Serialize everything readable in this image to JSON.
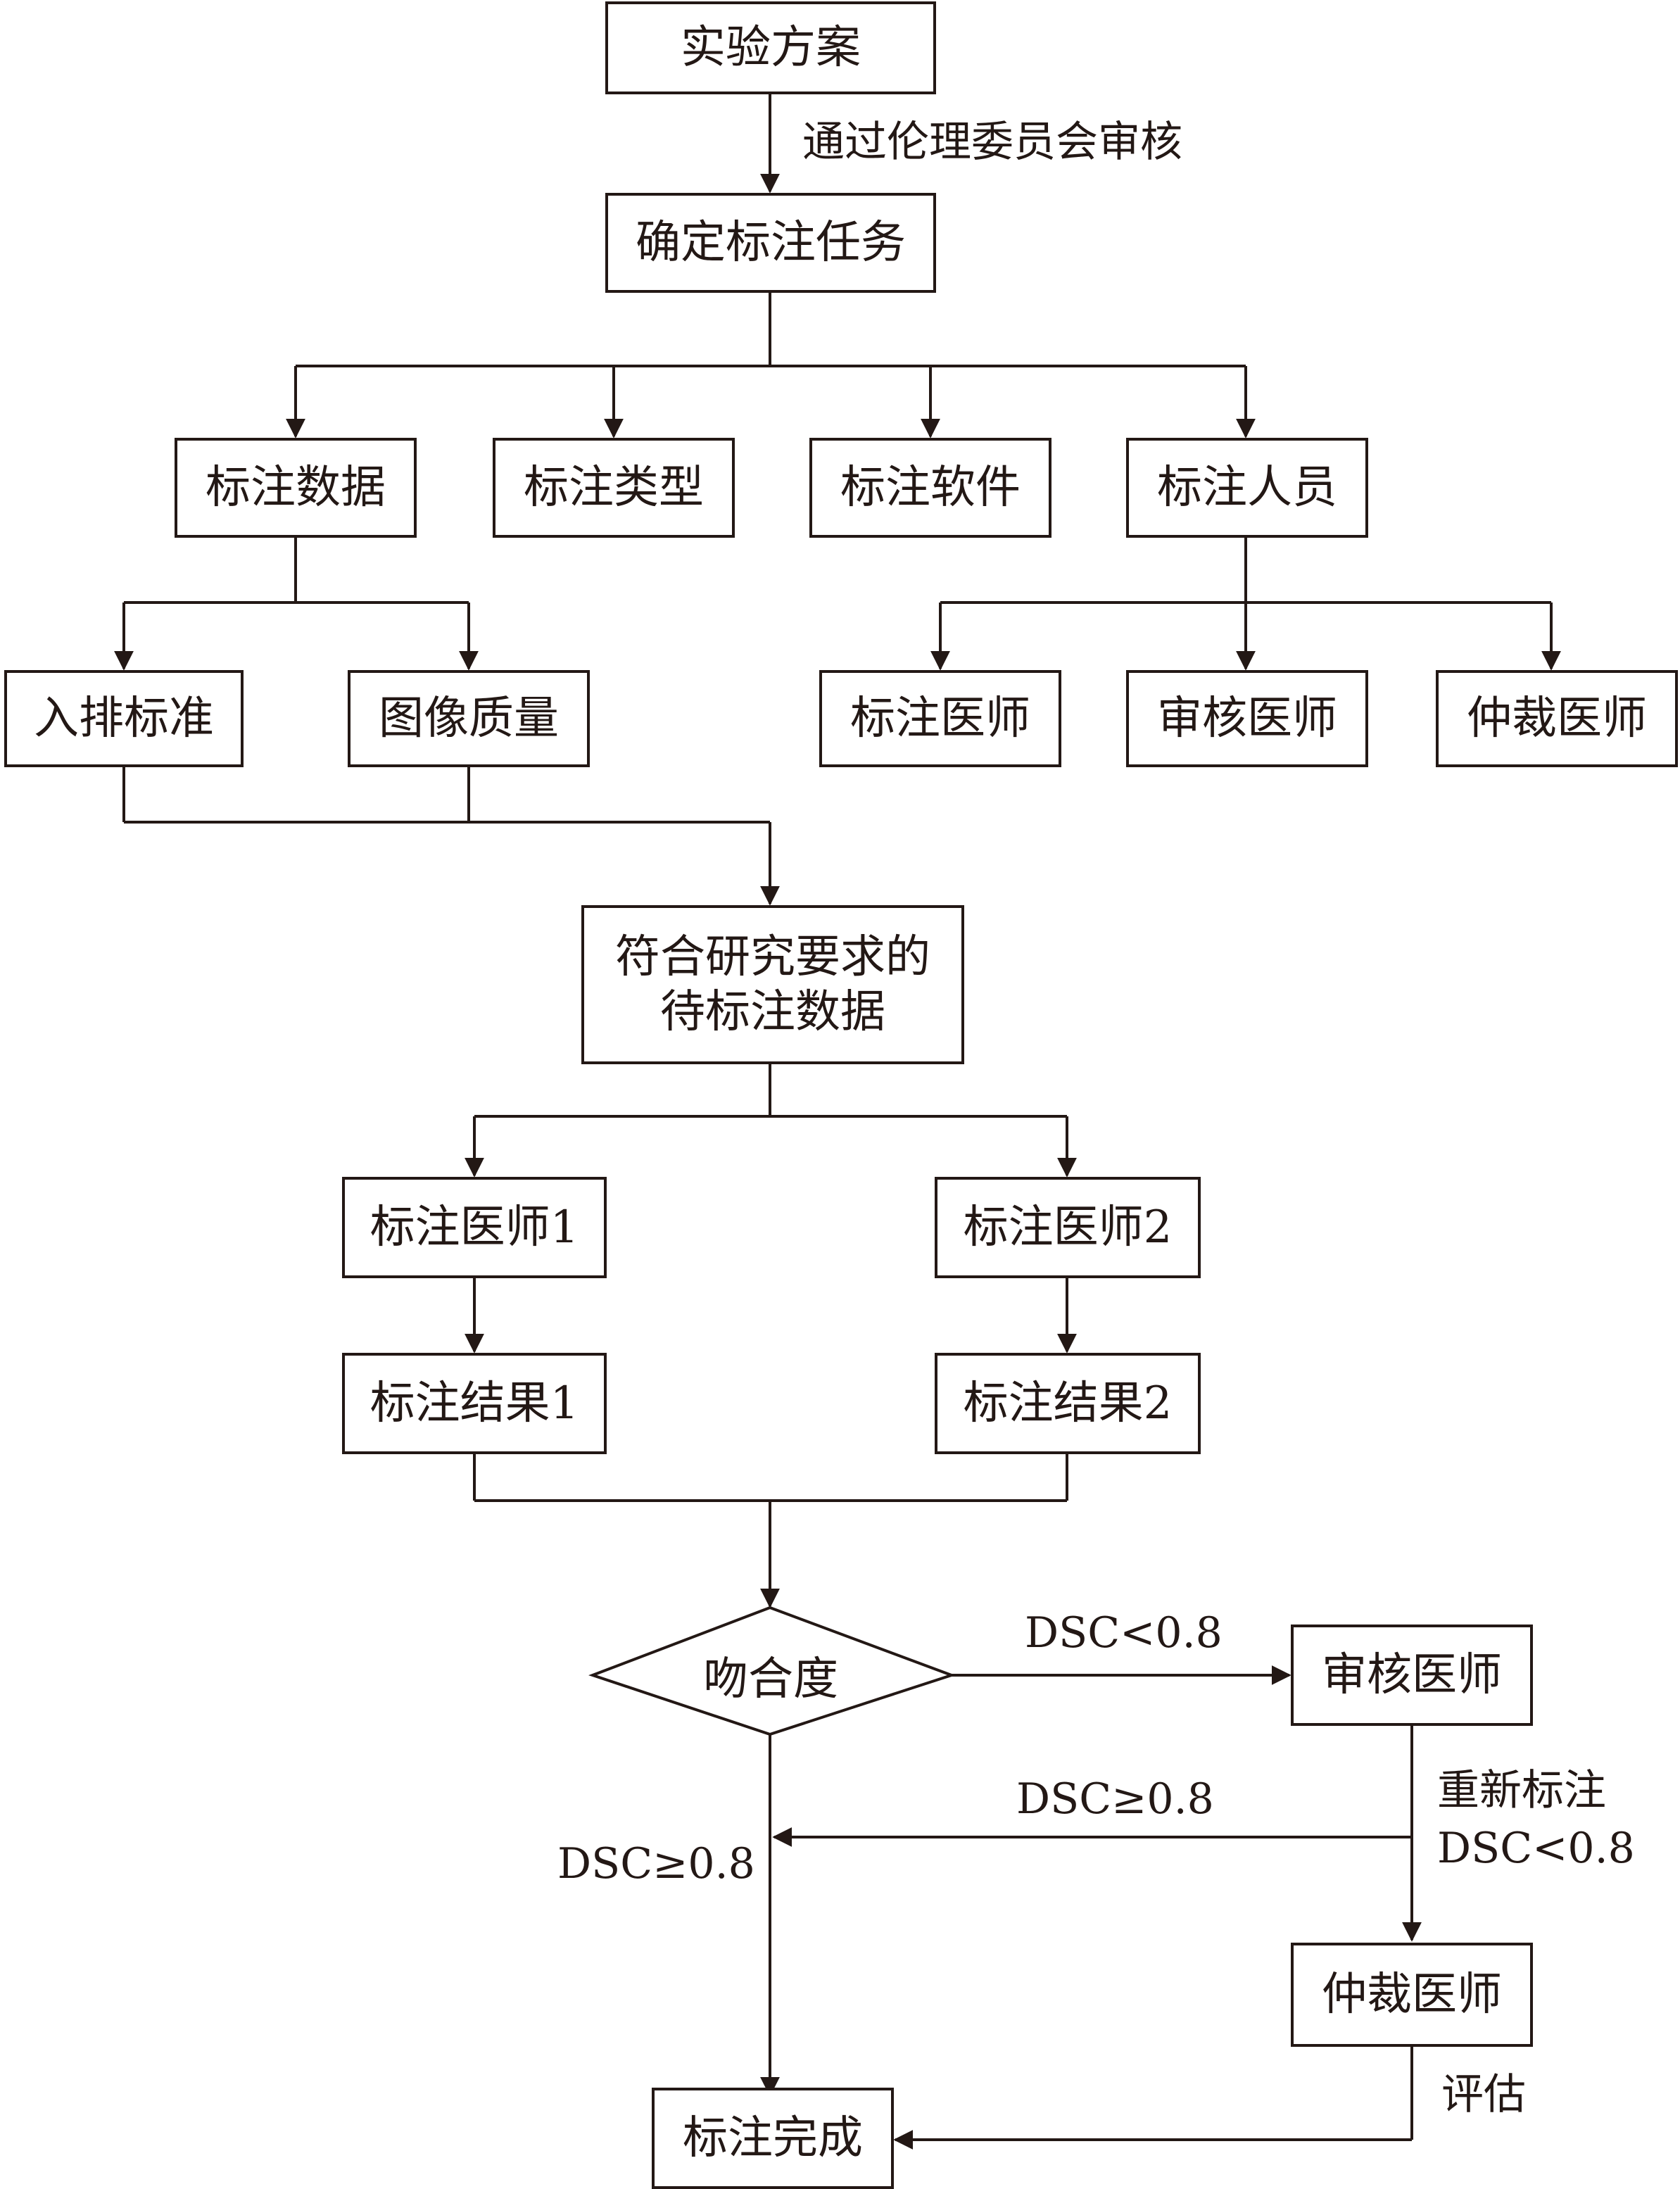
{
  "nodes": {
    "plan": "实验方案",
    "task": "确定标注任务",
    "data": "标注数据",
    "type": "标注类型",
    "software": "标注软件",
    "personnel": "标注人员",
    "inclusion": "入排标准",
    "quality": "图像质量",
    "annot_doctor": "标注医师",
    "review_doctor": "审核医师",
    "arbiter_doctor": "仲裁医师",
    "qualified_line1": "符合研究要求的",
    "qualified_line2": "待标注数据",
    "doctor1": "标注医师1",
    "doctor2": "标注医师2",
    "result1": "标注结果1",
    "result2": "标注结果2",
    "agreement": "吻合度",
    "review2": "审核医师",
    "arbiter2": "仲裁医师",
    "done": "标注完成"
  },
  "labels": {
    "ethics": "通过伦理委员会审核",
    "dsc_lt_right": "DSC<0.8",
    "dsc_ge_back": "DSC≥0.8",
    "dsc_ge_down": "DSC≥0.8",
    "reannot": "重新标注",
    "dsc_lt_down": "DSC<0.8",
    "evaluate": "评估"
  },
  "colors": {
    "stroke": "#231815",
    "background": "#ffffff"
  }
}
